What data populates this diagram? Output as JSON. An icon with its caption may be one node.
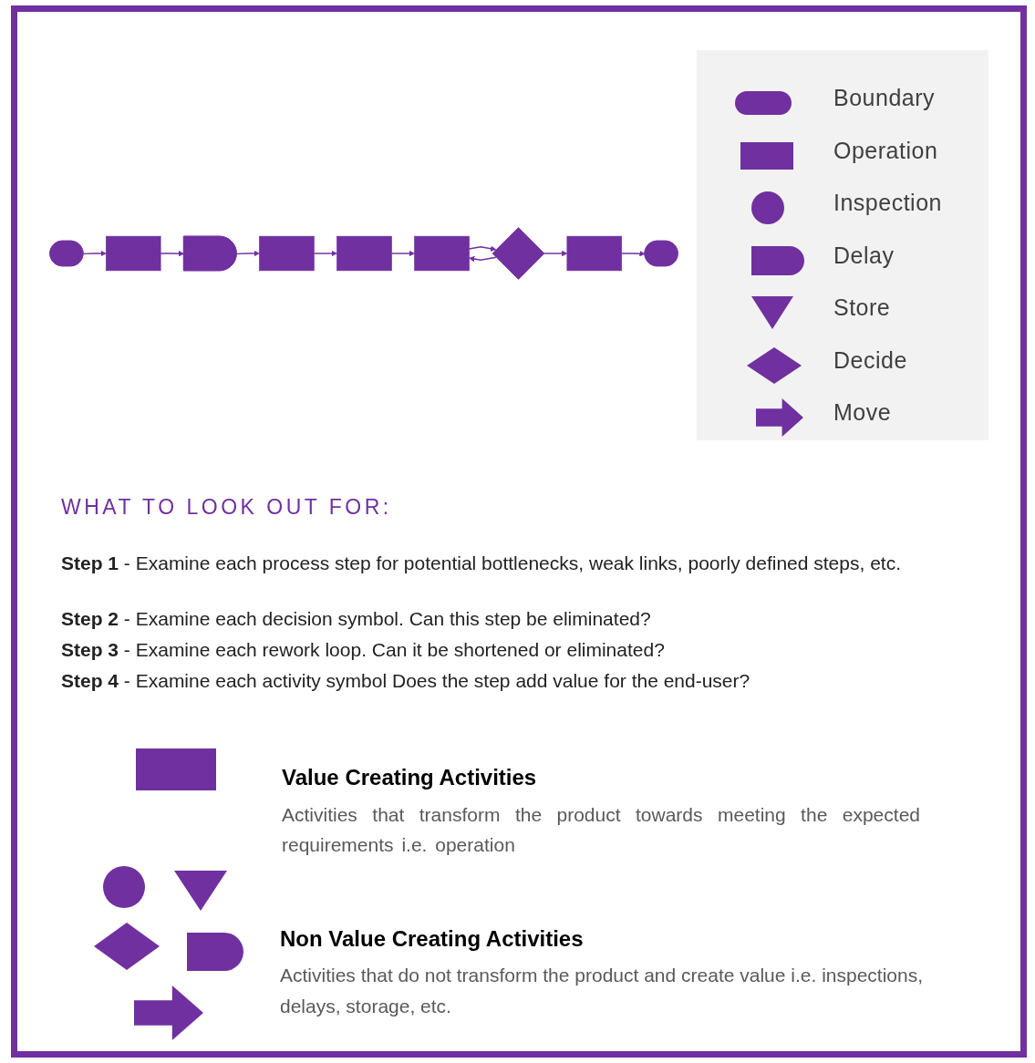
{
  "diagram": {
    "nodes": [
      {
        "text": [],
        "shape": "pill"
      },
      {
        "text": [],
        "shape": "box"
      },
      {
        "text": [],
        "shape": "delay"
      },
      {
        "text": [],
        "shape": "box"
      },
      {
        "text": [],
        "shape": "box"
      },
      {
        "text": [],
        "shape": "box"
      },
      {
        "text": [],
        "shape": "diamond"
      },
      {
        "text": [],
        "shape": "box"
      },
      {
        "text": [],
        "shape": "pill"
      }
    ],
    "edges": [
      {
        "from": 0,
        "to": 1,
        "arrow": "to"
      },
      {
        "from": 1,
        "to": 2,
        "arrow": "to"
      },
      {
        "from": 2,
        "to": 3,
        "arrow": "to"
      },
      {
        "from": 3,
        "to": 4,
        "arrow": "to"
      },
      {
        "from": 4,
        "to": 5,
        "arrow": "to"
      },
      {
        "from": 5,
        "to": 6,
        "arrow": "to"
      },
      {
        "from": 6,
        "to": 5,
        "arrow": "to"
      },
      {
        "from": 6,
        "to": 7,
        "arrow": "to"
      },
      {
        "from": 7,
        "to": 8,
        "arrow": "to"
      }
    ],
    "labels": [
      "WHAT TO LOOK OUT FOR:",
      "**Step 1** - Examine each process step for potential bottlenecks, weak links, poorly defined steps, etc.",
      "**Step 2** - Examine each decision symbol. Can this step be eliminated?",
      "**Step 3** - Examine each rework loop. Can it be shortened or eliminated?",
      "**Step 4** - Examine each activity symbol Does the step add value for the end-user?",
      "Value Creating Activities",
      "Activities that transform the product towards meeting the expected requirements i.e. operation",
      "Non Value Creating Activities",
      "Activities that do not transform the product and create value i.e. inspections, delays, storage, etc."
    ],
    "legend": [
      {
        "text": "Boundary"
      },
      {
        "text": "Operation"
      },
      {
        "text": "Inspection"
      },
      {
        "text": "Delay"
      },
      {
        "text": "Store"
      },
      {
        "text": "Decide"
      },
      {
        "text": "Move"
      }
    ]
  }
}
